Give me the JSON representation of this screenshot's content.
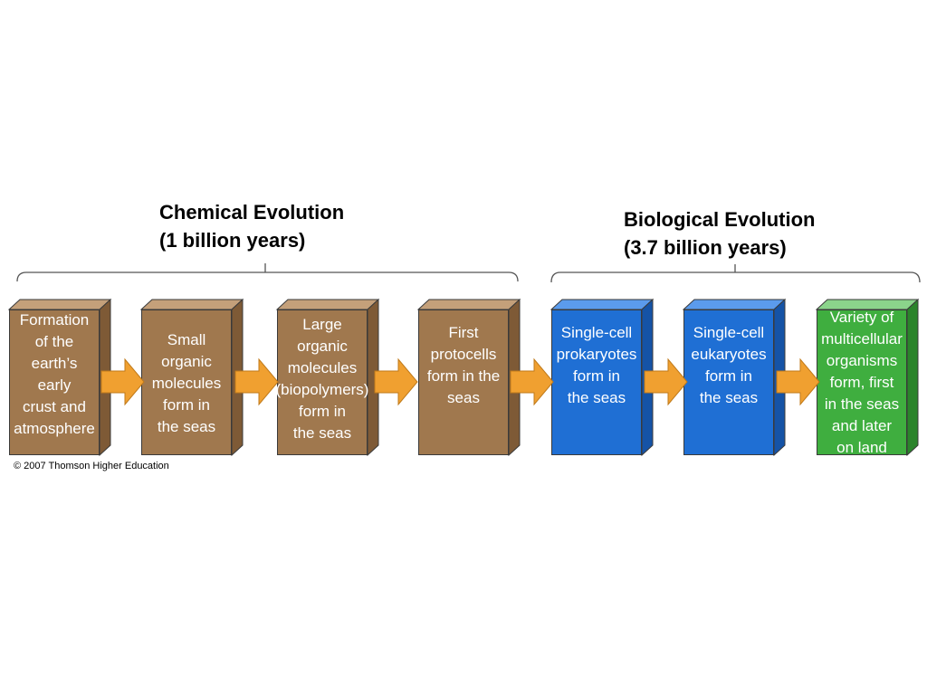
{
  "headings": {
    "chemical": {
      "line1": "Chemical Evolution",
      "line2": "(1 billion years)"
    },
    "biological": {
      "line1": "Biological Evolution",
      "line2": "(3.7 billion years)"
    }
  },
  "colors": {
    "brown_front": "#a0784e",
    "brown_top": "#c4a07a",
    "brown_side": "#7e5a36",
    "blue_front": "#1f6fd4",
    "blue_top": "#5b9bec",
    "blue_side": "#1553a6",
    "green_front": "#3fae3f",
    "green_top": "#8bd48b",
    "green_side": "#2b842b",
    "arrow": "#f0a030",
    "arrow_outline": "#c07a1a"
  },
  "stages": [
    {
      "lines": [
        "Formation",
        "of the",
        "earth’s",
        "early",
        "crust and",
        "atmosphere"
      ],
      "color": "brown"
    },
    {
      "lines": [
        "Small",
        "organic",
        "molecules",
        "form in",
        "the seas"
      ],
      "color": "brown"
    },
    {
      "lines": [
        "Large",
        "organic",
        "molecules",
        "(biopolymers)",
        "form in",
        "the seas"
      ],
      "color": "brown"
    },
    {
      "lines": [
        "First",
        "protocells",
        "form in the",
        "seas"
      ],
      "color": "brown"
    },
    {
      "lines": [
        "Single-cell",
        "prokaryotes",
        "form in",
        "the seas"
      ],
      "color": "blue"
    },
    {
      "lines": [
        "Single-cell",
        "eukaryotes",
        "form in",
        "the seas"
      ],
      "color": "blue"
    },
    {
      "lines": [
        "Variety of",
        "multicellular",
        "organisms",
        "form, first",
        "in the seas",
        "and later",
        "on land"
      ],
      "color": "green"
    }
  ],
  "copyright": "© 2007 Thomson Higher Education"
}
